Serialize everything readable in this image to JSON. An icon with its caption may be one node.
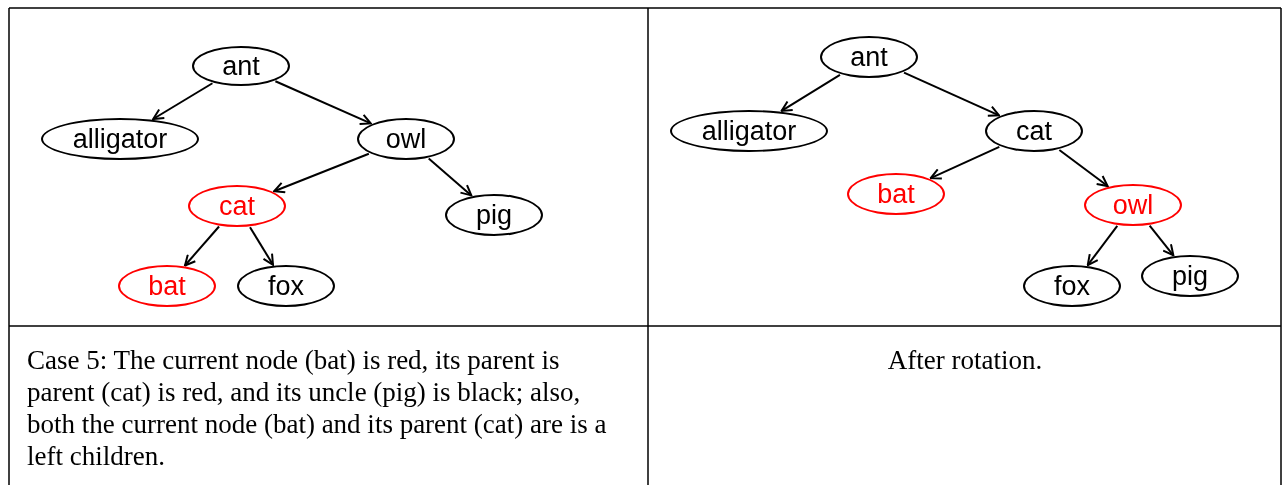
{
  "diagram": {
    "nodes": [
      {
        "text": [
          "ant"
        ]
      },
      {
        "text": [
          "alligator"
        ]
      },
      {
        "text": [
          "owl"
        ]
      },
      {
        "text": [
          "cat"
        ]
      },
      {
        "text": [
          "pig"
        ]
      },
      {
        "text": [
          "bat"
        ]
      },
      {
        "text": [
          "fox"
        ]
      },
      {
        "text": [
          "ant"
        ]
      },
      {
        "text": [
          "alligator"
        ]
      },
      {
        "text": [
          "cat"
        ]
      },
      {
        "text": [
          "bat"
        ]
      },
      {
        "text": [
          "owl"
        ]
      },
      {
        "text": [
          "fox"
        ]
      },
      {
        "text": [
          "pig"
        ]
      }
    ],
    "edges": [
      {
        "from": 0,
        "to": 1,
        "arrow": "to"
      },
      {
        "from": 0,
        "to": 2,
        "arrow": "to"
      },
      {
        "from": 2,
        "to": 3,
        "arrow": "to"
      },
      {
        "from": 2,
        "to": 4,
        "arrow": "to"
      },
      {
        "from": 3,
        "to": 5,
        "arrow": "to"
      },
      {
        "from": 3,
        "to": 6,
        "arrow": "to"
      },
      {
        "from": 7,
        "to": 8,
        "arrow": "to"
      },
      {
        "from": 7,
        "to": 9,
        "arrow": "to"
      },
      {
        "from": 9,
        "to": 10,
        "arrow": "to"
      },
      {
        "from": 9,
        "to": 11,
        "arrow": "to"
      },
      {
        "from": 11,
        "to": 12,
        "arrow": "to"
      },
      {
        "from": 11,
        "to": 13,
        "arrow": "to"
      }
    ],
    "labels": [
      "Case 5: The current node (bat) is red, its parent is parent (cat) is red, and its uncle (pig) is black; also, both the current node (bat) and its parent (cat) are is a left children.",
      "After rotation."
    ]
  }
}
